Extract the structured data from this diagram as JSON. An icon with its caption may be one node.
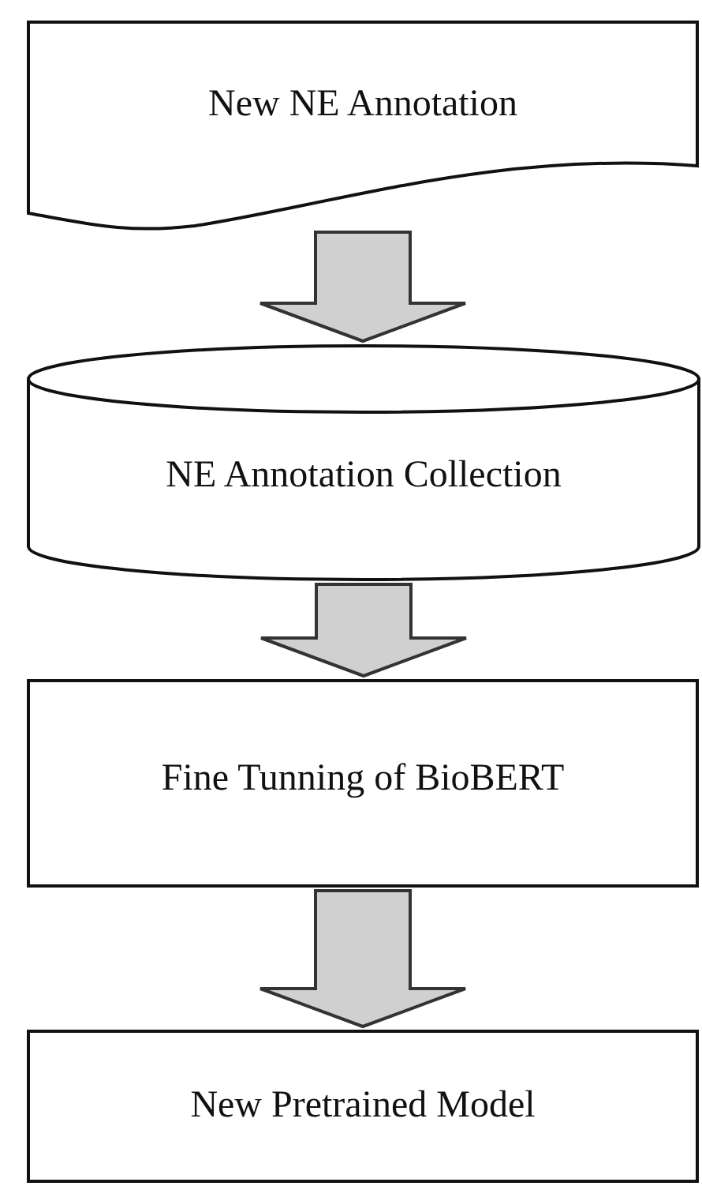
{
  "diagram": {
    "nodes": [
      {
        "text": [
          "New NE Annotation"
        ]
      },
      {
        "text": [
          "NE Annotation Collection"
        ]
      },
      {
        "text": [
          "Fine Tunning of BioBERT"
        ]
      },
      {
        "text": [
          "New Pretrained Model"
        ]
      }
    ],
    "edges": [
      {
        "from": 0,
        "to": 1,
        "arrow": "to",
        "style": "thick"
      },
      {
        "from": 1,
        "to": 2,
        "arrow": "to",
        "style": "thick"
      },
      {
        "from": 2,
        "to": 3,
        "arrow": "to",
        "style": "thick"
      }
    ]
  }
}
